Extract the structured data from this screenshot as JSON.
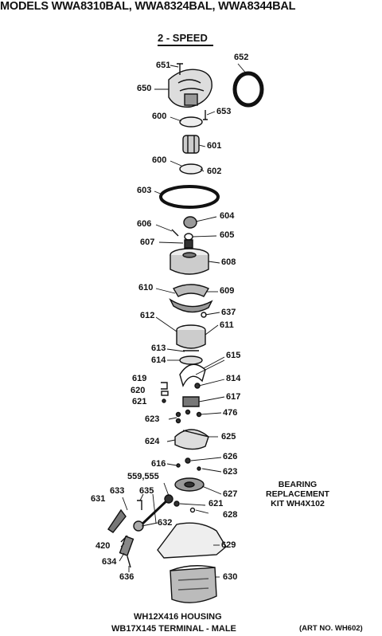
{
  "header": {
    "title": "MODELS WWA8310BAL, WWA8324BAL, WWA8344BAL",
    "subtitle": "2 - SPEED"
  },
  "labels": {
    "p651": "651",
    "p652": "652",
    "p650": "650",
    "p653": "653",
    "p600a": "600",
    "p601": "601",
    "p600b": "600",
    "p602": "602",
    "p603": "603",
    "p604": "604",
    "p606": "606",
    "p605": "605",
    "p607": "607",
    "p608": "608",
    "p610": "610",
    "p609": "609",
    "p637": "637",
    "p612": "612",
    "p611": "611",
    "p613": "613",
    "p615": "615",
    "p614": "614",
    "p814": "814",
    "p619": "619",
    "p620": "620",
    "p617": "617",
    "p621a": "621",
    "p623a": "623",
    "p476": "476",
    "p624": "624",
    "p625": "625",
    "p626": "626",
    "p616": "616",
    "p623b": "623",
    "p559": "559,555",
    "p633": "633",
    "p635": "635",
    "p627": "627",
    "p631": "631",
    "p621b": "621",
    "p628": "628",
    "p632": "632",
    "p420": "420",
    "p629": "629",
    "p634": "634",
    "p636": "636",
    "p630": "630"
  },
  "note": {
    "line1": "BEARING",
    "line2": "REPLACEMENT",
    "line3": "KIT WH4X102"
  },
  "footer": {
    "housing": "WH12X416 HOUSING",
    "terminal": "WB17X145 TERMINAL - MALE",
    "art": "(ART NO. WH602)"
  }
}
